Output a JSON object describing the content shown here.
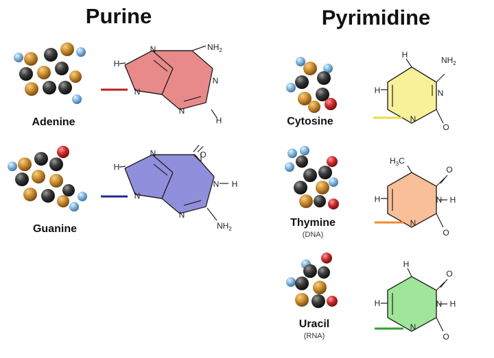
{
  "headers": {
    "purine": "Purine",
    "pyrimidine": "Pyrimidine"
  },
  "colors": {
    "carbon": "#2b2b2b",
    "nitrogen": "#c98a2c",
    "hydrogen": "#7fb4dd",
    "oxygen": "#c82a2a",
    "adenine_fill": "#e98a8a",
    "guanine_fill": "#8f8fdc",
    "cytosine_fill": "#f7f29a",
    "thymine_fill": "#f8bf98",
    "uracil_fill": "#9fe59a",
    "adenine_link": "#b81d1d",
    "guanine_link": "#1d2a8a",
    "cytosine_link": "#e8e040",
    "thymine_link": "#f08830",
    "uracil_link": "#2fa02f"
  },
  "bases": {
    "adenine": {
      "name": "Adenine",
      "atoms": {
        "n7": "N",
        "h8": "H",
        "n9": "N",
        "n1": "N",
        "n3": "N",
        "h2": "H",
        "nh2": "NH",
        "nh2_sub": "2"
      }
    },
    "guanine": {
      "name": "Guanine",
      "atoms": {
        "n7": "N",
        "h8": "H",
        "n9": "N",
        "n1": "N",
        "h1": "H",
        "n3": "N",
        "o6": "O",
        "nh2": "NH",
        "nh2_sub": "2"
      }
    },
    "cytosine": {
      "name": "Cytosine",
      "atoms": {
        "h5": "H",
        "h6": "H",
        "nh2": "NH",
        "nh2_sub": "2",
        "n3": "N",
        "n1": "N",
        "o2": "O"
      }
    },
    "thymine": {
      "name": "Thymine",
      "note": "(DNA)",
      "atoms": {
        "ch3_h": "H",
        "ch3_sub": "3",
        "ch3_c": "C",
        "h6": "H",
        "o4": "O",
        "n3": "N",
        "h3": "H",
        "n1": "N",
        "o2": "O"
      }
    },
    "uracil": {
      "name": "Uracil",
      "note": "(RNA)",
      "atoms": {
        "h5": "H",
        "h6": "H",
        "o4": "O",
        "n3": "N",
        "h3": "H",
        "n1": "N",
        "o2": "O"
      }
    }
  }
}
